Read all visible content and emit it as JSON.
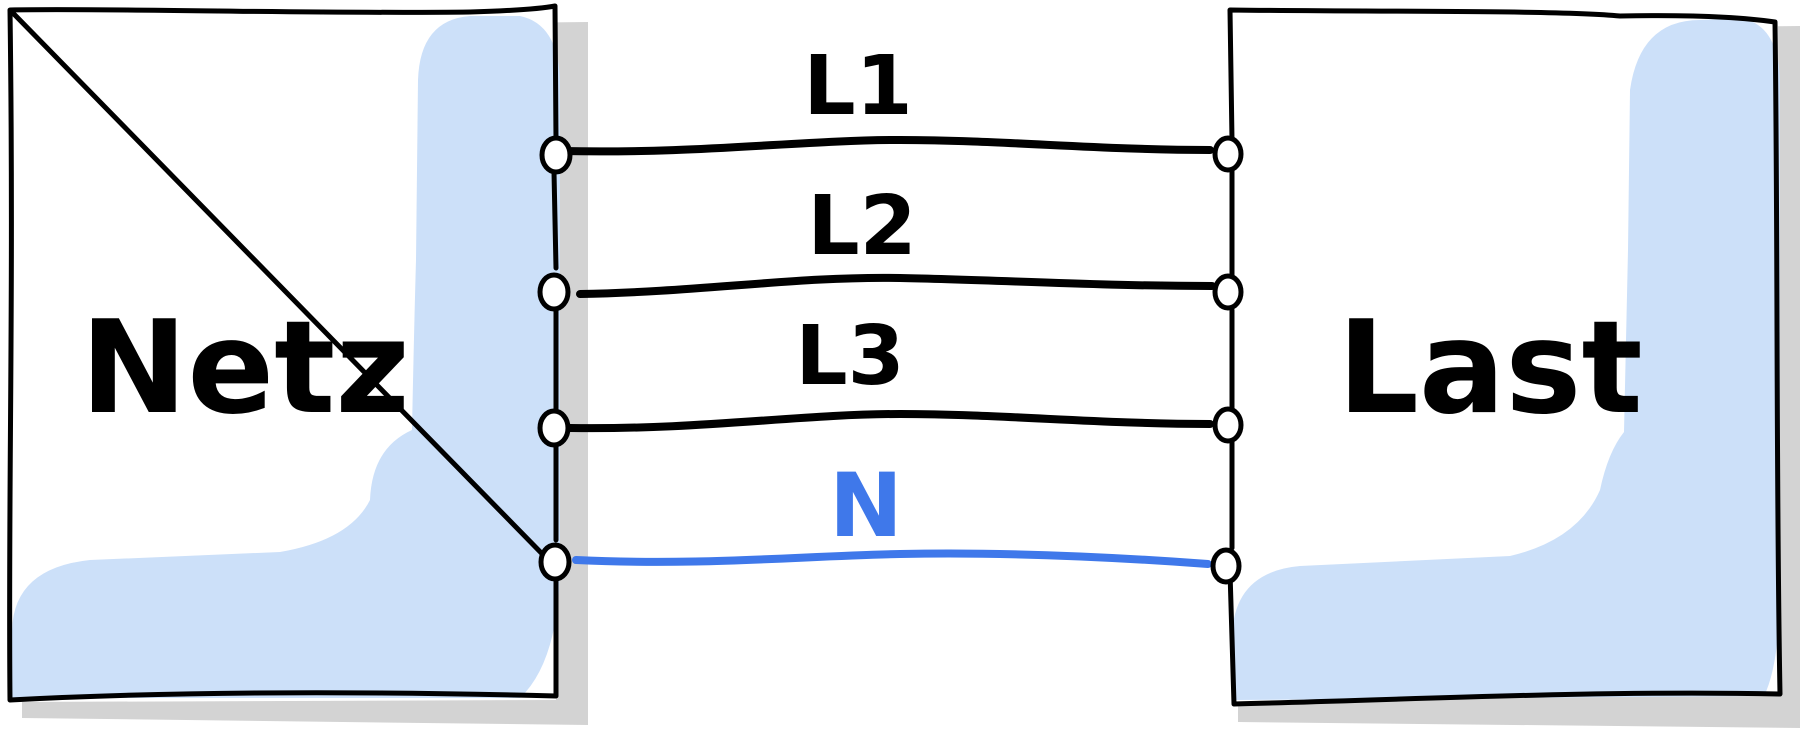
{
  "colors": {
    "stroke": "#000000",
    "neutral": "#3f78ea",
    "fill": "#cce0f9",
    "shadow": "#d3d3d3",
    "background": "#ffffff"
  },
  "blocks": {
    "source": {
      "label": "Netz"
    },
    "load": {
      "label": "Last"
    }
  },
  "lines": [
    {
      "label": "L1",
      "kind": "phase"
    },
    {
      "label": "L2",
      "kind": "phase"
    },
    {
      "label": "L3",
      "kind": "phase"
    },
    {
      "label": "N",
      "kind": "neutral"
    }
  ]
}
